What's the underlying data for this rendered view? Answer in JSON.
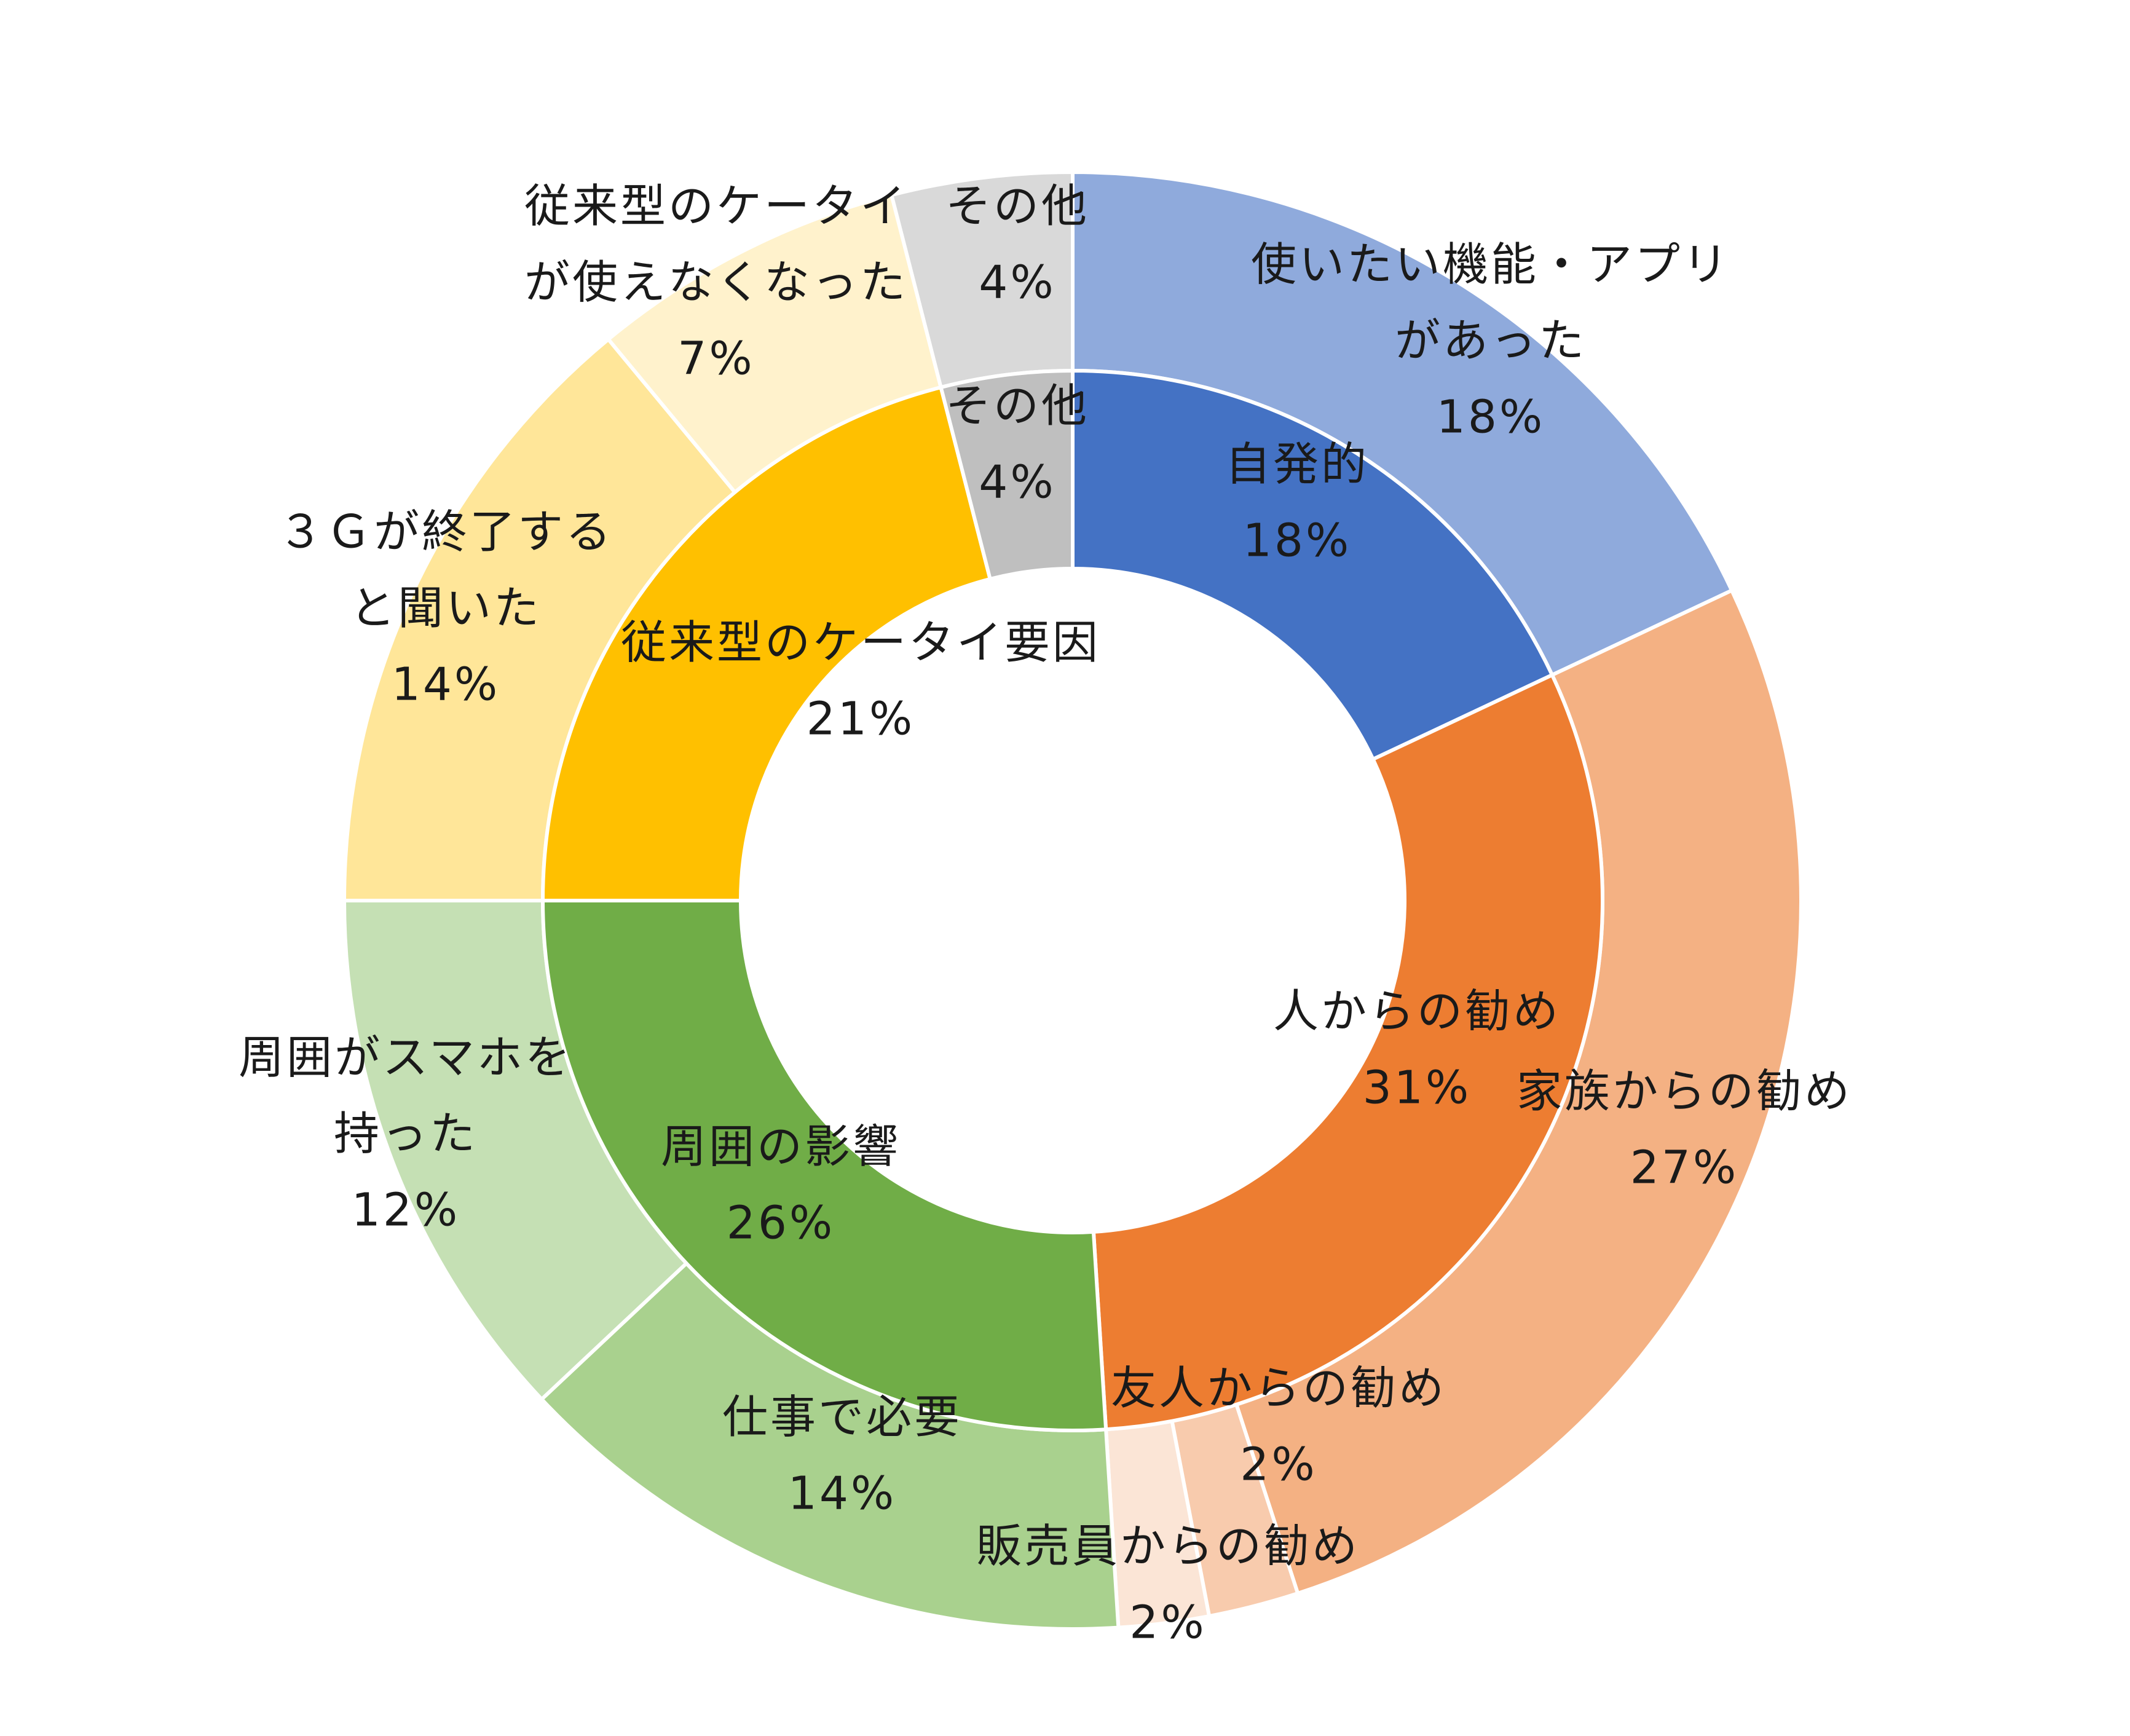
{
  "chart_data": {
    "type": "pie",
    "subtype": "nested-donut",
    "title": "",
    "start_angle_deg": 0,
    "direction": "clockwise",
    "inner_ring": [
      {
        "label": "自発的",
        "value": 18,
        "value_label": "18%",
        "color": "#4472C4"
      },
      {
        "label": "人からの勧め",
        "value": 31,
        "value_label": "31%",
        "color": "#ED7D31"
      },
      {
        "label": "周囲の影響",
        "value": 26,
        "value_label": "26%",
        "color": "#70AD47"
      },
      {
        "label": "従来型のケータイ要因",
        "value": 21,
        "value_label": "21%",
        "color": "#FFC000"
      },
      {
        "label": "その他",
        "value": 4,
        "value_label": "4%",
        "color": "#BFBFBF"
      }
    ],
    "outer_ring": [
      {
        "label_lines": [
          "使いたい機能・アプリ",
          "があった"
        ],
        "value": 18,
        "value_label": "18%",
        "color": "#8FAADC"
      },
      {
        "label_lines": [
          "家族からの勧め"
        ],
        "value": 27,
        "value_label": "27%",
        "color": "#F4B183"
      },
      {
        "label_lines": [
          "友人からの勧め"
        ],
        "value": 2,
        "value_label": "2%",
        "color": "#F8CBAD"
      },
      {
        "label_lines": [
          "販売員からの勧め"
        ],
        "value": 2,
        "value_label": "2%",
        "color": "#FBE5D6"
      },
      {
        "label_lines": [
          "仕事で必要"
        ],
        "value": 14,
        "value_label": "14%",
        "color": "#A9D18E"
      },
      {
        "label_lines": [
          "周囲がスマホを",
          "持った"
        ],
        "value": 12,
        "value_label": "12%",
        "color": "#C5E0B4"
      },
      {
        "label_lines": [
          "３Ｇが終了する",
          "と聞いた"
        ],
        "value": 14,
        "value_label": "14%",
        "color": "#FFE699"
      },
      {
        "label_lines": [
          "従来型のケータイ",
          "が使えなくなった"
        ],
        "value": 7,
        "value_label": "7%",
        "color": "#FFF2CC"
      },
      {
        "label_lines": [
          "その他"
        ],
        "value": 4,
        "value_label": "4%",
        "color": "#D9D9D9"
      }
    ]
  }
}
